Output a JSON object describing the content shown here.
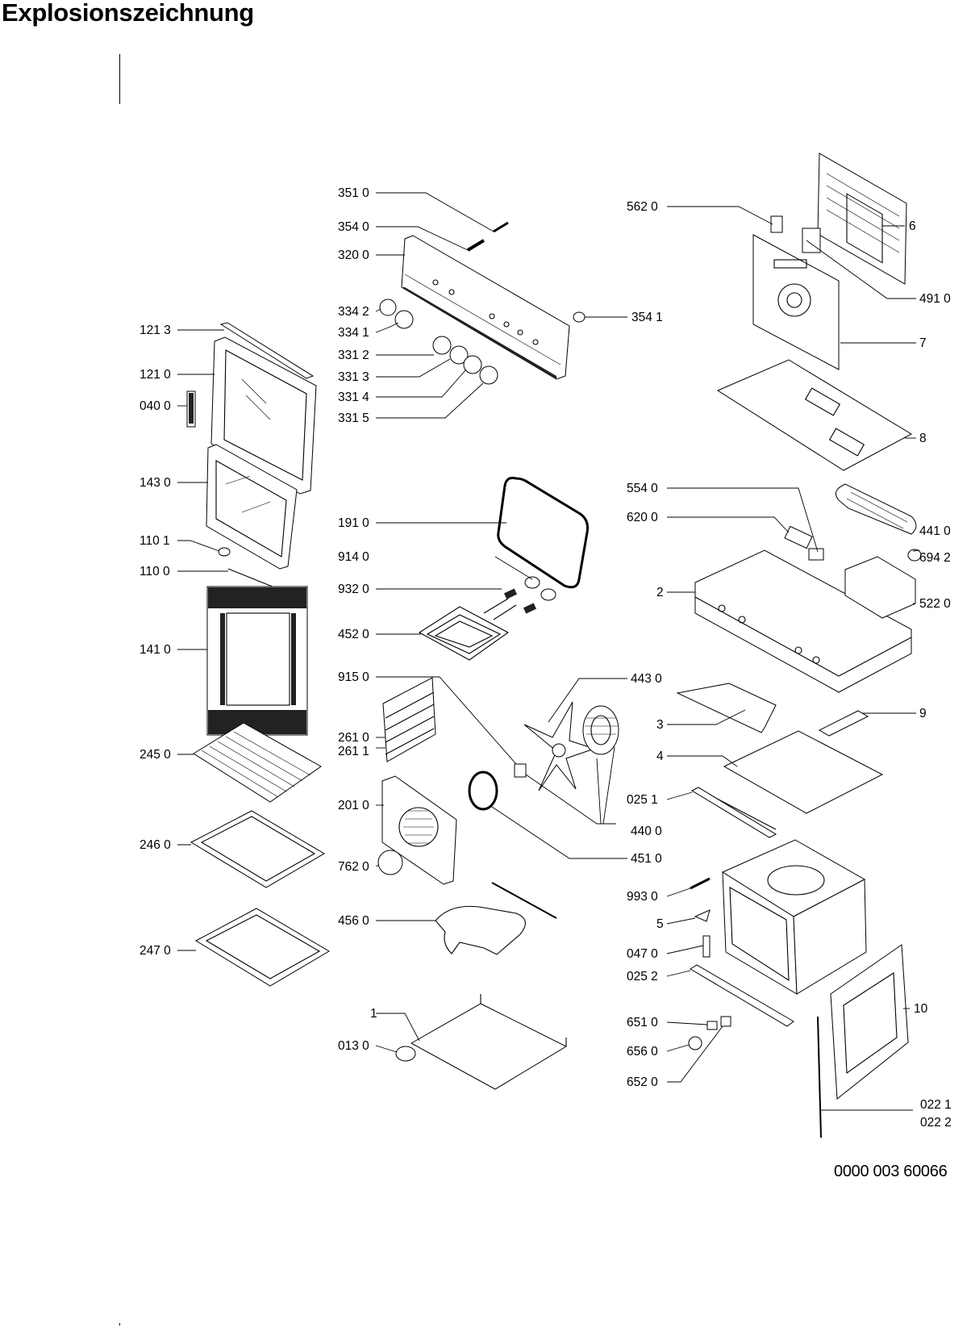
{
  "page": {
    "title": "Explosionszeichnung",
    "reference_number": "0000 003 60066"
  },
  "labels": {
    "p3510": "351 0",
    "p3540": "354 0",
    "p3200": "320 0",
    "p3342": "334 2",
    "p3341": "334 1",
    "p3312": "331 2",
    "p3313": "331 3",
    "p3314": "331 4",
    "p3315": "331 5",
    "p3541": "354 1",
    "p1213": "121 3",
    "p1210": "121 0",
    "p0400": "040 0",
    "p1430": "143 0",
    "p1101": "110 1",
    "p1100": "110 0",
    "p1410": "141 0",
    "p2450": "245 0",
    "p2460": "246 0",
    "p2470": "247 0",
    "p1910": "191 0",
    "p9140": "914 0",
    "p9320": "932 0",
    "p4520": "452 0",
    "p9150": "915 0",
    "p2610": "261 0",
    "p2611": "261 1",
    "p2010": "201 0",
    "p7620": "762 0",
    "p4560": "456 0",
    "p1": "1",
    "p0130": "013 0",
    "p4430": "443 0",
    "p4400": "440 0",
    "p4510": "451 0",
    "p5620": "562 0",
    "p6": "6",
    "p4910": "491 0",
    "p7": "7",
    "p8": "8",
    "p5540": "554 0",
    "p6200": "620 0",
    "p4410": "441 0",
    "p6942": "694 2",
    "p2": "2",
    "p5220": "522 0",
    "p3": "3",
    "p9": "9",
    "p4": "4",
    "p0251": "025 1",
    "p9930": "993 0",
    "p5": "5",
    "p0470": "047 0",
    "p0252": "025 2",
    "p10": "10",
    "p6510": "651 0",
    "p6560": "656 0",
    "p6520": "652 0",
    "p0221": "022 1",
    "p0222": "022 2"
  }
}
